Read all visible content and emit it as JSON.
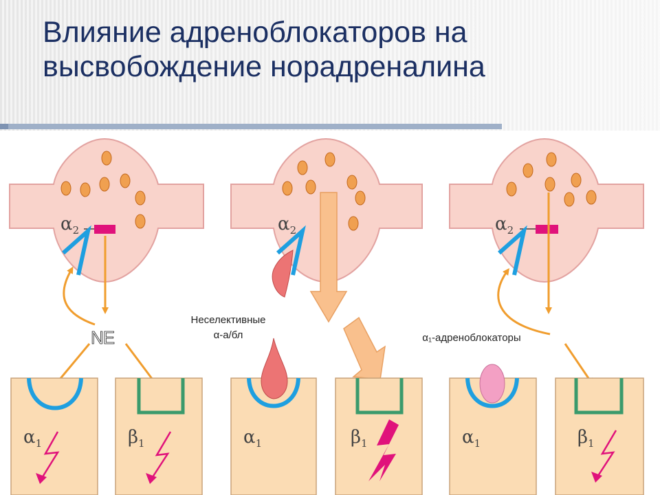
{
  "slide": {
    "title_line1": "Влияние адреноблокаторов на",
    "title_line2": "высвобождение норадреналина"
  },
  "diagram": {
    "ne_label": "NE",
    "nonselective_caption_line1": "Неселективные",
    "nonselective_caption_line2": "α-а/бл",
    "alpha1_blockers_caption": "α₁-адреноблокаторы",
    "receptors": {
      "alpha2": {
        "symbol": "α",
        "sub": "2"
      },
      "alpha1": {
        "symbol": "α",
        "sub": "1"
      },
      "beta1": {
        "symbol": "β",
        "sub": "1"
      }
    },
    "colors": {
      "neuron": "#f9d3cb",
      "neuron_outline": "#e2a2a0",
      "vesicle": "#f0a050",
      "vesicle_outline": "#c2671d",
      "alpha_receptor": "#1e9fe0",
      "beta_receptor": "#3a9a6c",
      "effector_cell": "#fbdcb4",
      "arrow": "#f09d2e",
      "block_marker": "#e0127b",
      "lightning": "#e0127b",
      "nonselective_blocker": "#ec7474",
      "alpha1_blocker": "#f3a0c4",
      "big_arrow": "#f9c08d"
    }
  }
}
